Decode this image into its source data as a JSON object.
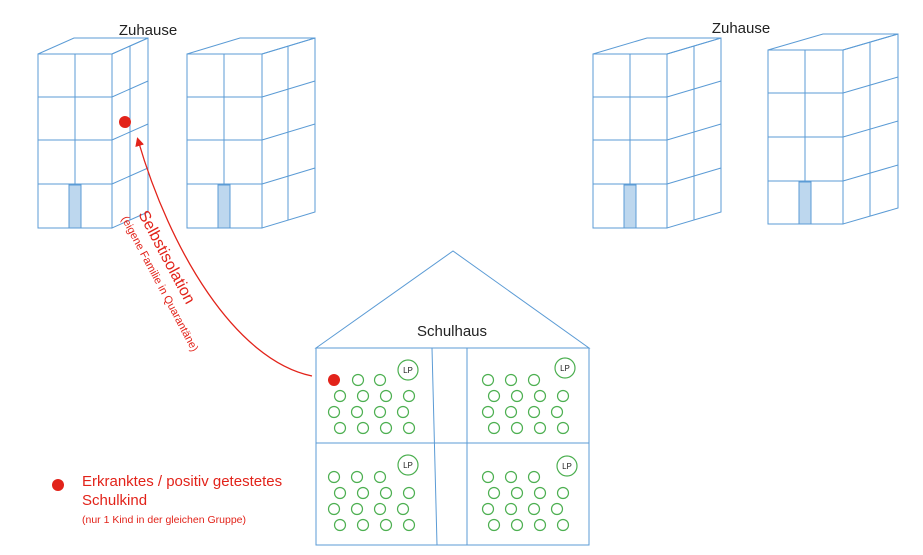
{
  "labels": {
    "home_left": "Zuhause",
    "home_right": "Zuhause",
    "school": "Schulhaus",
    "teacher": "LP",
    "isolation_title": "Selbstisolation",
    "isolation_note": "(eigene Familie in Quarantäne)"
  },
  "legend": {
    "title": "Erkranktes / positiv getestetes Schulkind",
    "note": "(nur 1 Kind in der gleichen Gruppe)"
  },
  "colors": {
    "infected": "#e2231a",
    "building_line": "#5b9bd5",
    "door_fill": "#bdd7ee",
    "pupil_circle": "#4caf50",
    "annotation": "#e2231a"
  }
}
